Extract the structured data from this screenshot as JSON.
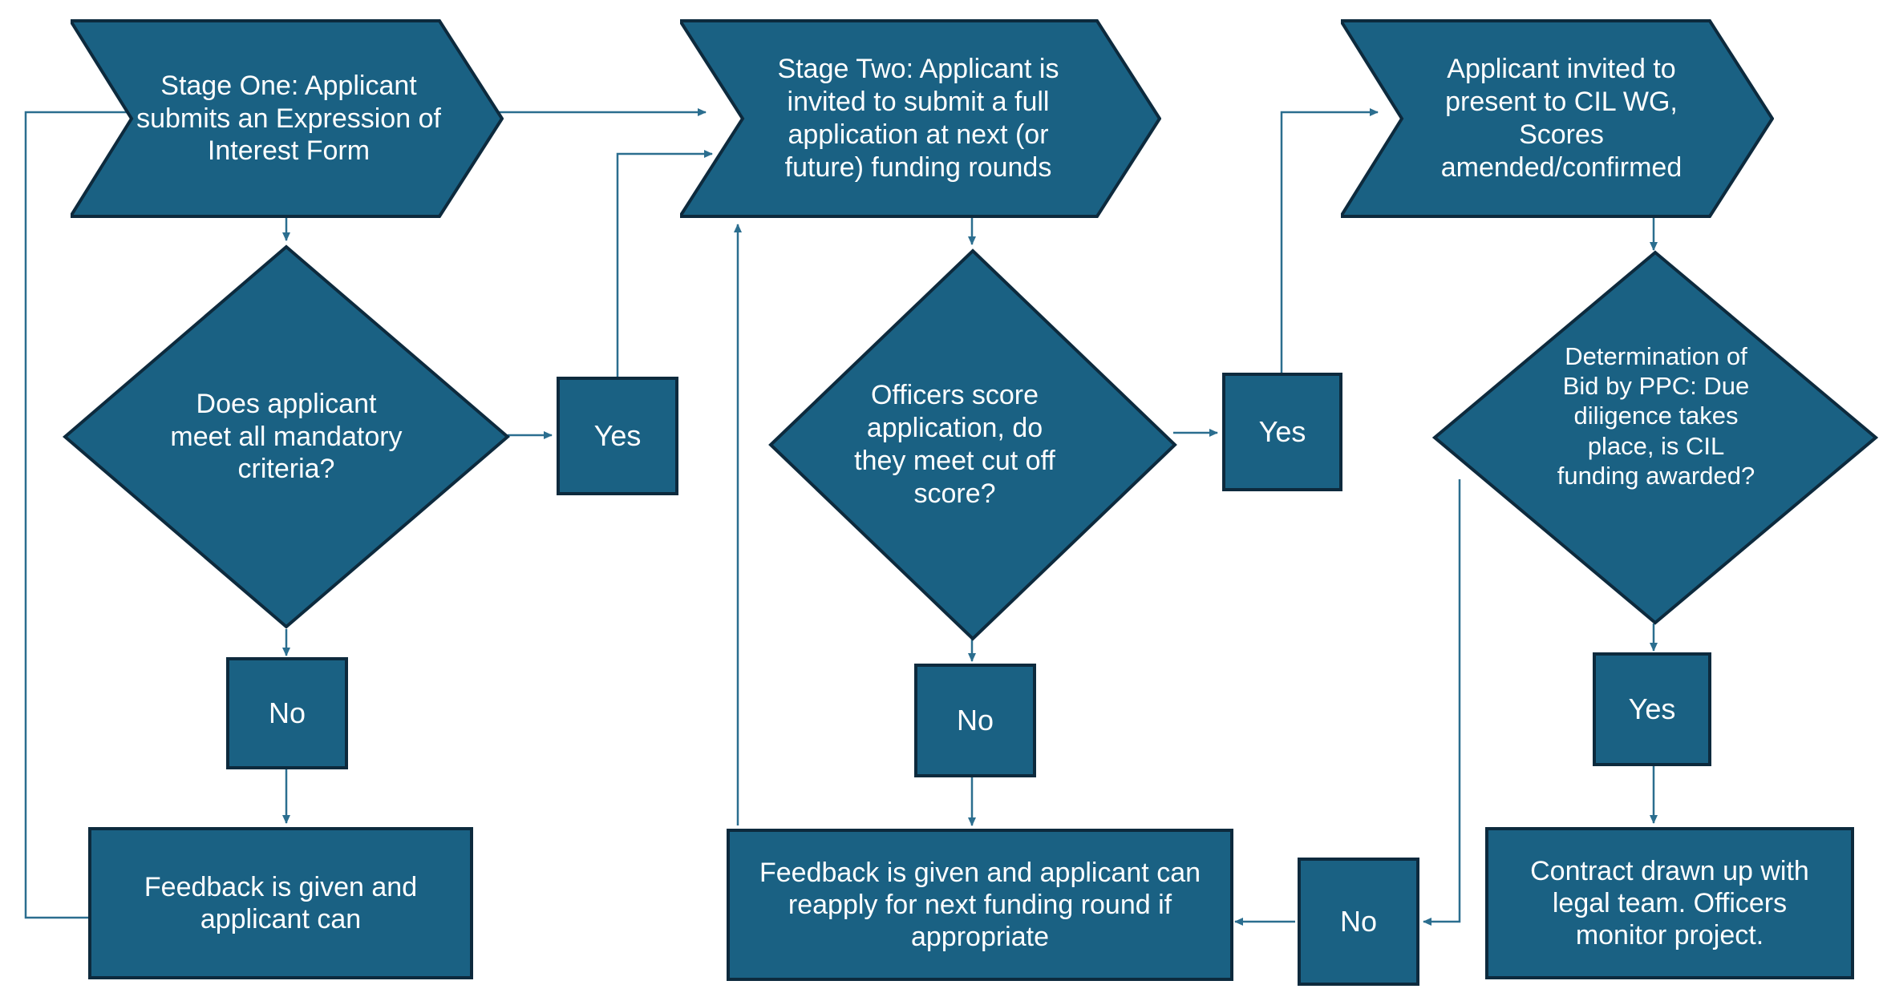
{
  "theme": {
    "shape_fill": "#1A6183",
    "shape_border": "#0d2a3d",
    "connector_color": "#2b6e8f",
    "text_color": "#ffffff",
    "background": "#ffffff"
  },
  "nodes": {
    "stage_one": {
      "label": "Stage One: Applicant submits an Expression of Interest Form",
      "type": "chevron"
    },
    "stage_two": {
      "label": "Stage Two: Applicant is invited to submit a full application at next (or future) funding rounds",
      "type": "chevron"
    },
    "stage_three": {
      "label": "Applicant invited to present to CIL WG, Scores amended/confirmed",
      "type": "chevron"
    },
    "decision_one": {
      "label": "Does applicant meet all mandatory criteria?",
      "type": "diamond"
    },
    "decision_two": {
      "label": "Officers score application, do they meet cut off score?",
      "type": "diamond"
    },
    "decision_three": {
      "label": "Determination of Bid by PPC: Due diligence takes place, is CIL funding awarded?",
      "type": "diamond"
    },
    "yes_one": {
      "label": "Yes",
      "type": "box"
    },
    "yes_two": {
      "label": "Yes",
      "type": "box"
    },
    "yes_three": {
      "label": "Yes",
      "type": "box"
    },
    "no_one": {
      "label": "No",
      "type": "box"
    },
    "no_two": {
      "label": "No",
      "type": "box"
    },
    "no_three": {
      "label": "No",
      "type": "box"
    },
    "feedback_one": {
      "label": "Feedback is given and applicant can",
      "type": "box"
    },
    "feedback_two": {
      "label": "Feedback is given and applicant can reapply for next funding round if appropriate",
      "type": "box"
    },
    "contract": {
      "label": "Contract drawn up with legal team. Officers monitor project.",
      "type": "box"
    }
  }
}
